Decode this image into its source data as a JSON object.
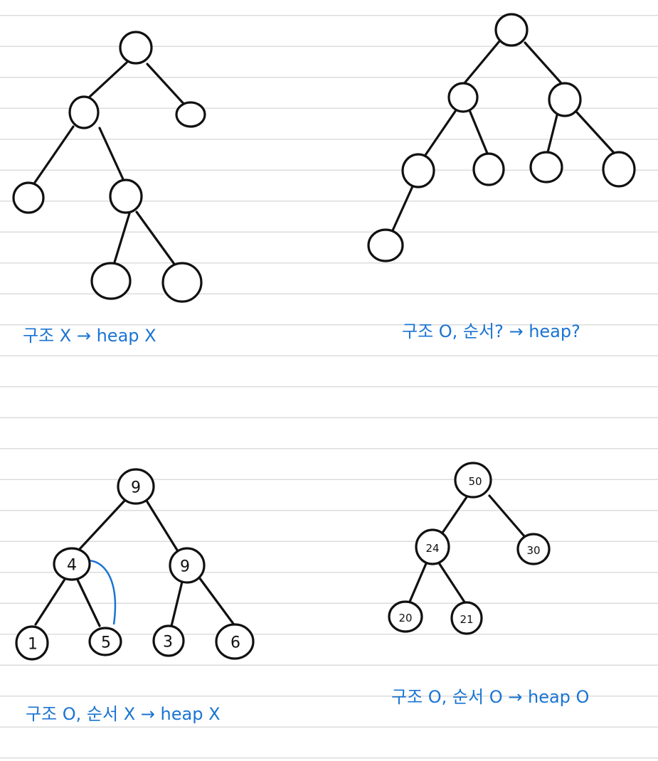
{
  "captions": {
    "top_left": "구조 X → heap X",
    "top_right": "구조 O, 순서? → heap?",
    "bottom_left": "구조 O, 순서 X → heap X",
    "bottom_right": "구조 O, 순서 O → heap O"
  },
  "bottom_left_tree": {
    "root": "9",
    "l": "4",
    "r": "9",
    "ll": "1",
    "lr": "5",
    "rl": "3",
    "rr": "6"
  },
  "bottom_right_tree": {
    "root": "50",
    "l": "24",
    "r": "30",
    "ll": "20",
    "lr": "21"
  },
  "colors": {
    "ink": "#111111",
    "annotation": "#1a74d2",
    "ruled_line": "#dcdcdc"
  }
}
